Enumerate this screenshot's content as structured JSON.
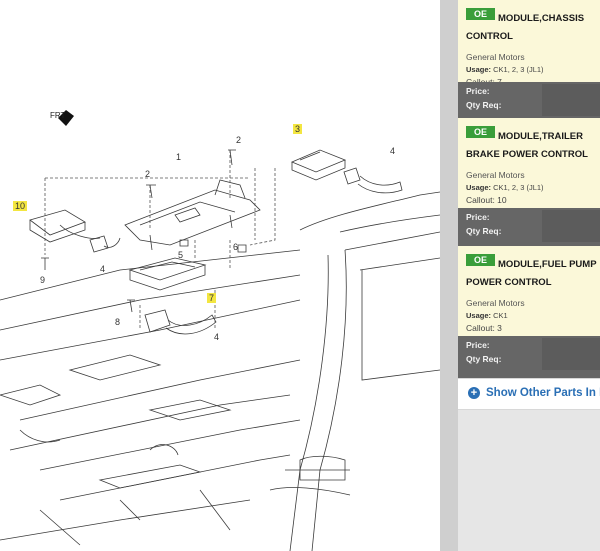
{
  "diagram": {
    "direction_label": "FRT",
    "callouts": {
      "c1": "1",
      "c2a": "2",
      "c2b": "2",
      "c3": "3",
      "c4a": "4",
      "c4b": "4",
      "c4c": "4",
      "c5": "5",
      "c6": "6",
      "c7": "7",
      "c8": "8",
      "c9": "9",
      "c10": "10"
    },
    "highlight_color": "#f3e641"
  },
  "parts": [
    {
      "badge": "OE",
      "name": "MODULE,CHASSIS CONTROL",
      "manufacturer": "General Motors",
      "usage_label": "Usage:",
      "usage_value": "CK1, 2, 3 (JL1)",
      "callout": "Callout: 7",
      "price_label": "Price:",
      "qty_label": "Qty Req:"
    },
    {
      "badge": "OE",
      "name": "MODULE,TRAILER BRAKE POWER CONTROL",
      "manufacturer": "General Motors",
      "usage_label": "Usage:",
      "usage_value": "CK1, 2, 3 (JL1)",
      "callout": "Callout: 10",
      "price_label": "Price:",
      "qty_label": "Qty Req:"
    },
    {
      "badge": "OE",
      "name": "MODULE,FUEL PUMP POWER CONTROL",
      "manufacturer": "General Motors",
      "usage_label": "Usage:",
      "usage_value": "CK1",
      "callout": "Callout: 3",
      "price_label": "Price:",
      "qty_label": "Qty Req:"
    }
  ],
  "show_other": {
    "label": "Show Other Parts In Il"
  },
  "colors": {
    "badge_green": "#3a9e3a",
    "card_bg": "#fbf8d9",
    "price_bg": "#666666",
    "link_blue": "#2a6fb5"
  }
}
